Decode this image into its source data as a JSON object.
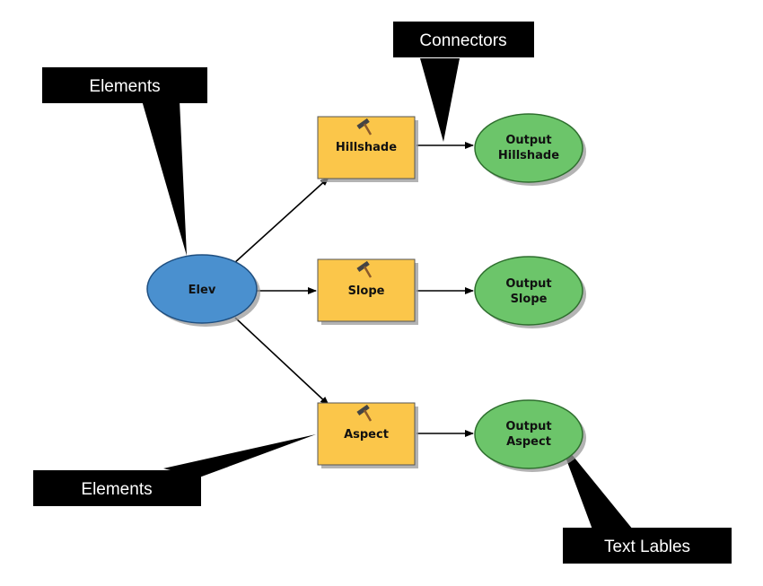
{
  "colors": {
    "input_node": "#4a90cf",
    "tool_node": "#fbc64a",
    "output_node": "#6cc56a",
    "callout_bg": "#000000",
    "callout_text": "#ffffff",
    "connector": "#000000"
  },
  "nodes": {
    "elev": {
      "label": "Elev"
    },
    "hillshade": {
      "label": "Hillshade",
      "icon": "hammer-icon"
    },
    "slope": {
      "label": "Slope",
      "icon": "hammer-icon"
    },
    "aspect": {
      "label": "Aspect",
      "icon": "hammer-icon"
    },
    "out_hillshade": {
      "line1": "Output",
      "line2": "Hillshade"
    },
    "out_slope": {
      "line1": "Output",
      "line2": "Slope"
    },
    "out_aspect": {
      "line1": "Output",
      "line2": "Aspect"
    }
  },
  "callouts": {
    "elements_top": "Elements",
    "connectors": "Connectors",
    "elements_bottom": "Elements",
    "text_labels": "Text Lables"
  }
}
